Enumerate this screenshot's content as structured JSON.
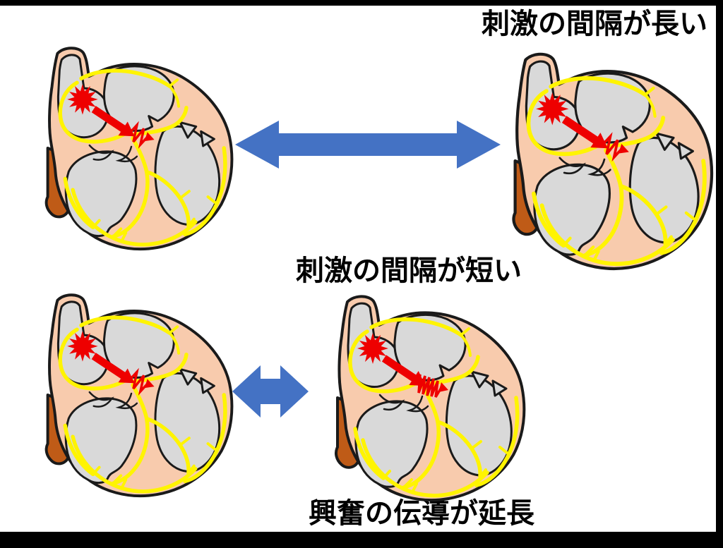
{
  "labels": {
    "top_right": "刺激の間隔が長い",
    "middle": "刺激の間隔が短い",
    "bottom": "興奮の伝導が延長"
  },
  "colors": {
    "arrow_blue": "#4472C4",
    "heart_wall": "#F8CBAD",
    "chamber_gray": "#D9D9D9",
    "conduction_yellow": "#FFF400",
    "stimulus_red": "#EE0000",
    "vessel_brown": "#BF5B17",
    "outline": "#1A1A1A",
    "border_bar": "#000000",
    "background": "#FFFFFF",
    "text": "#000000"
  },
  "hearts": [
    {
      "position": "top-left",
      "av_zigzag": "short"
    },
    {
      "position": "top-right",
      "av_zigzag": "short"
    },
    {
      "position": "bottom-left",
      "av_zigzag": "short"
    },
    {
      "position": "bottom-right",
      "av_zigzag": "long"
    }
  ],
  "connectors": [
    {
      "position": "top",
      "shape": "double-headed-arrow",
      "length": "long"
    },
    {
      "position": "bottom",
      "shape": "double-headed-arrow",
      "length": "short"
    }
  ]
}
